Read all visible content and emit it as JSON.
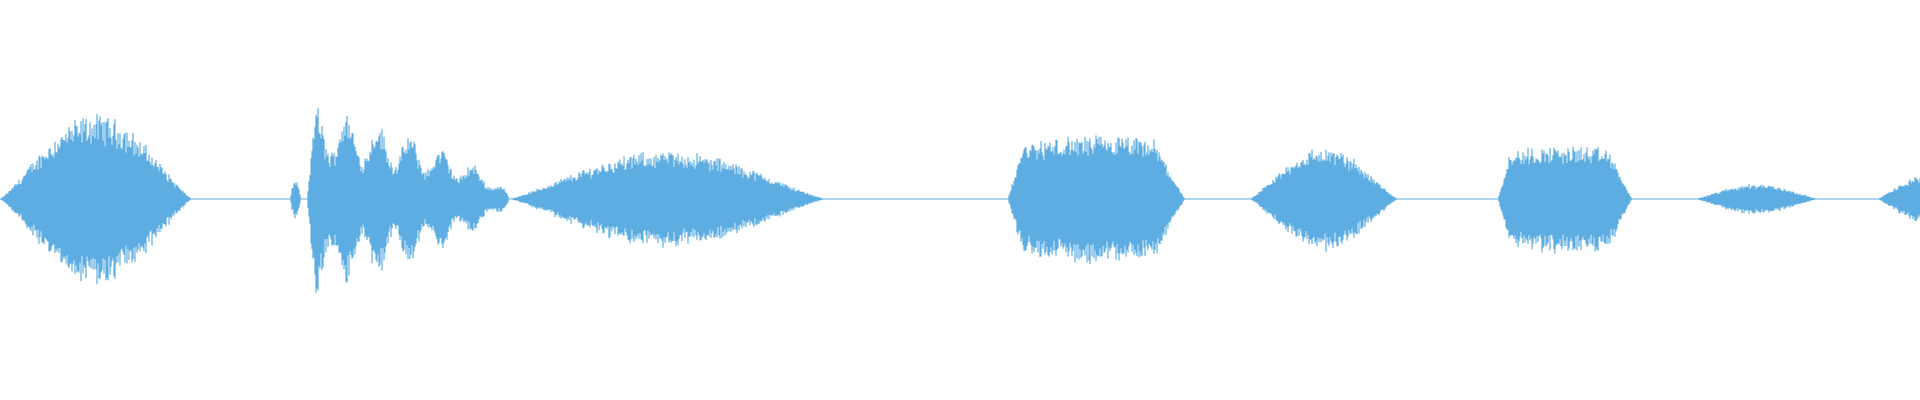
{
  "waveform": {
    "color": "#5dade2",
    "segments": [
      {
        "start": 0.0,
        "end": 0.1,
        "peak": 0.44,
        "shape": "bell"
      },
      {
        "start": 0.151,
        "end": 0.157,
        "peak": 0.1,
        "shape": "spike"
      },
      {
        "start": 0.16,
        "end": 0.265,
        "peak": 0.52,
        "shape": "attack"
      },
      {
        "start": 0.265,
        "end": 0.43,
        "peak": 0.25,
        "shape": "bell"
      },
      {
        "start": 0.525,
        "end": 0.617,
        "peak": 0.33,
        "shape": "plateau"
      },
      {
        "start": 0.651,
        "end": 0.728,
        "peak": 0.27,
        "shape": "bell"
      },
      {
        "start": 0.78,
        "end": 0.85,
        "peak": 0.28,
        "shape": "plateau"
      },
      {
        "start": 0.883,
        "end": 0.947,
        "peak": 0.08,
        "shape": "bell"
      },
      {
        "start": 0.978,
        "end": 1.0,
        "peak": 0.12,
        "shape": "rise"
      }
    ]
  }
}
